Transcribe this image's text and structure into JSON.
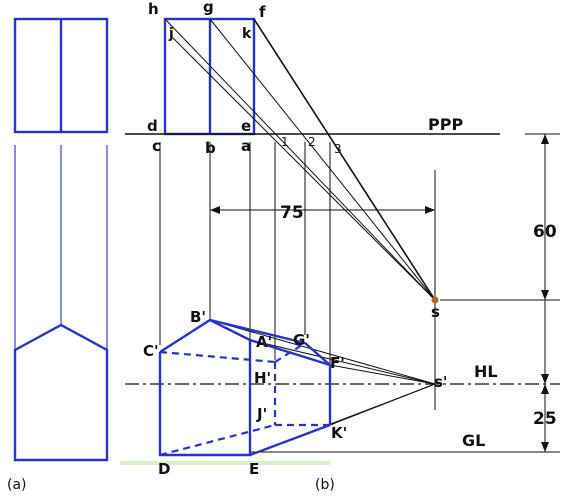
{
  "panel_labels": {
    "a": "(a)",
    "b": "(b)"
  },
  "plane_labels": {
    "ppp": "PPP",
    "hl": "HL",
    "gl": "GL"
  },
  "dimensions": {
    "width": "75",
    "station_height": "60",
    "eye_height": "25"
  },
  "plan_labels": {
    "h": "h",
    "g": "g",
    "f": "f",
    "j": "j",
    "k": "k",
    "d": "d",
    "e": "e",
    "c": "c",
    "b": "b",
    "a": "a",
    "p1": "1",
    "p2": "2",
    "p3": "3"
  },
  "station_labels": {
    "s": "s",
    "s_prime": "s'"
  },
  "perspective_labels": {
    "B": "B'",
    "C": "C'",
    "A": "A'",
    "G": "G'",
    "F": "F'",
    "H": "H'",
    "J": "J'",
    "K": "K'",
    "D": "D",
    "E": "E"
  },
  "colors": {
    "object": "#2a33c8",
    "construction": "#111111",
    "station_point": "#b5651d",
    "background": "#ffffff"
  }
}
